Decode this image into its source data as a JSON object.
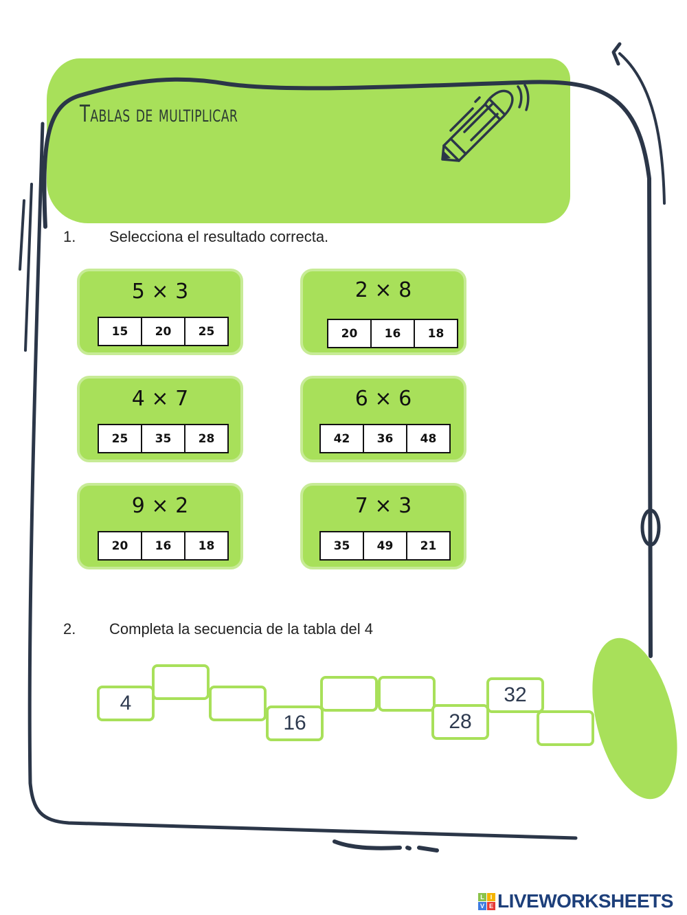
{
  "header": {
    "title": "Tablas de multiplicar"
  },
  "question1": {
    "number": "1.",
    "text": "Selecciona el resultado correcta.",
    "cards": [
      {
        "expression": "5 × 3",
        "options": [
          "15",
          "20",
          "25"
        ]
      },
      {
        "expression": "2 × 8",
        "options": [
          "20",
          "16",
          "18"
        ]
      },
      {
        "expression": "4 × 7",
        "options": [
          "25",
          "35",
          "28"
        ]
      },
      {
        "expression": "6 × 6",
        "options": [
          "42",
          "36",
          "48"
        ]
      },
      {
        "expression": "9 × 2",
        "options": [
          "20",
          "16",
          "18"
        ]
      },
      {
        "expression": "7 × 3",
        "options": [
          "35",
          "49",
          "21"
        ]
      }
    ]
  },
  "question2": {
    "number": "2.",
    "text": "Completa la secuencia de la tabla del 4",
    "sequence": [
      {
        "value": "4",
        "filled": true
      },
      {
        "value": "",
        "filled": false
      },
      {
        "value": "",
        "filled": false
      },
      {
        "value": "16",
        "filled": true
      },
      {
        "value": "",
        "filled": false
      },
      {
        "value": "",
        "filled": false
      },
      {
        "value": "28",
        "filled": true
      },
      {
        "value": "32",
        "filled": true
      },
      {
        "value": "",
        "filled": false
      }
    ]
  },
  "branding": {
    "logo_letters": [
      "L",
      "I",
      "V",
      "E"
    ],
    "logo_colors": [
      "#8bc34a",
      "#f4b400",
      "#3d7be0",
      "#e53935"
    ],
    "name": "LIVEWORKSHEETS"
  },
  "colors": {
    "accent_green": "#a8e05a",
    "ink": "#2b3648",
    "brand_blue": "#1d3f7a"
  }
}
